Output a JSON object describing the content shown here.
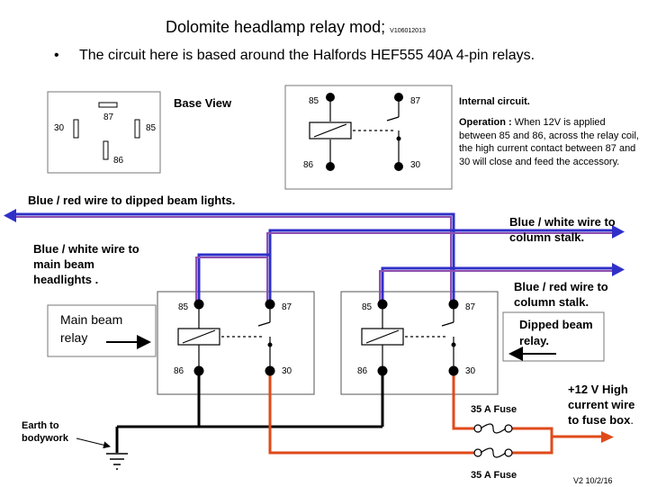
{
  "header": {
    "title": "Dolomite headlamp relay mod",
    "title_suffix": ";",
    "version": "V106012013",
    "bullet": "•",
    "intro": "The circuit here is based around the Halfords HEF555 40A 4-pin relays."
  },
  "base_view": {
    "label": "Base View",
    "pins": [
      "30",
      "87",
      "85",
      "86"
    ]
  },
  "internal": {
    "label": "Internal circuit.",
    "pins": [
      "85",
      "87",
      "86",
      "30"
    ],
    "operation_label": "Operation :",
    "operation_text": "When 12V is applied between 85 and 86, across the relay coil, the high current contact between 87 and 30 will close and feed the accessory."
  },
  "wires": {
    "dipped": "Blue / red wire to dipped beam lights.",
    "main_beam_1": "Blue / white wire to",
    "main_beam_2": "main beam",
    "main_beam_3": "headlights .",
    "column_white_1": "Blue / white wire to",
    "column_white_2": "column stalk.",
    "column_red_1": "Blue / red wire to",
    "column_red_2": "column stalk.",
    "supply_1": "+12 V High",
    "supply_2": "current wire",
    "supply_3": "to fuse box",
    "supply_dot": ".",
    "earth_1": "Earth to",
    "earth_2": "bodywork"
  },
  "relays": {
    "main_1": "Main beam",
    "main_2": "relay",
    "dipped_1": "Dipped beam",
    "dipped_2": "relay.",
    "left_pins": [
      "85",
      "87",
      "86",
      "30"
    ],
    "right_pins": [
      "85",
      "87",
      "86",
      "30"
    ]
  },
  "fuses": {
    "top": "35 A Fuse",
    "bottom": "35 A Fuse"
  },
  "footer": {
    "version": "V2 10/2/16"
  },
  "colors": {
    "blue": "#3030c8",
    "purple": "#9050b0",
    "red": "#e04a1a",
    "black": "#000000",
    "box_border": "#555555"
  }
}
